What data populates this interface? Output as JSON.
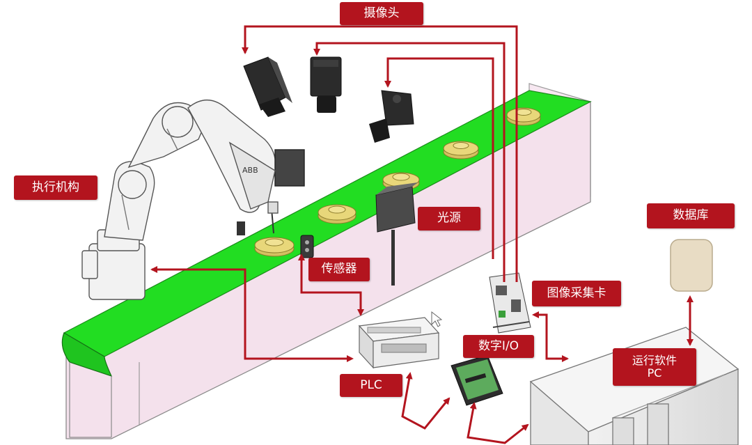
{
  "labels": {
    "camera": "摄像头",
    "actuator": "执行机构",
    "light": "光源",
    "sensor": "传感器",
    "database": "数据库",
    "capture_card": "图像采集卡",
    "digital_io": "数字I/O",
    "plc": "PLC",
    "software_line1": "运行软件",
    "software_line2": "PC"
  },
  "colors": {
    "label_bg": "#b3141e",
    "arrow": "#b3141e",
    "belt": "#22dd22",
    "conveyor_side": "#f4e4ee",
    "workpiece": "#e8d77a",
    "database_box": "#e8dcc4"
  },
  "icons": {
    "arm": "industrial-robot-arm",
    "camera": "camera-icon",
    "light": "light-source-icon",
    "sensor": "sensor-icon",
    "plc": "plc-icon",
    "io": "io-board-icon",
    "card": "capture-card-icon",
    "pc": "pc-tower-icon",
    "db": "database-icon"
  }
}
